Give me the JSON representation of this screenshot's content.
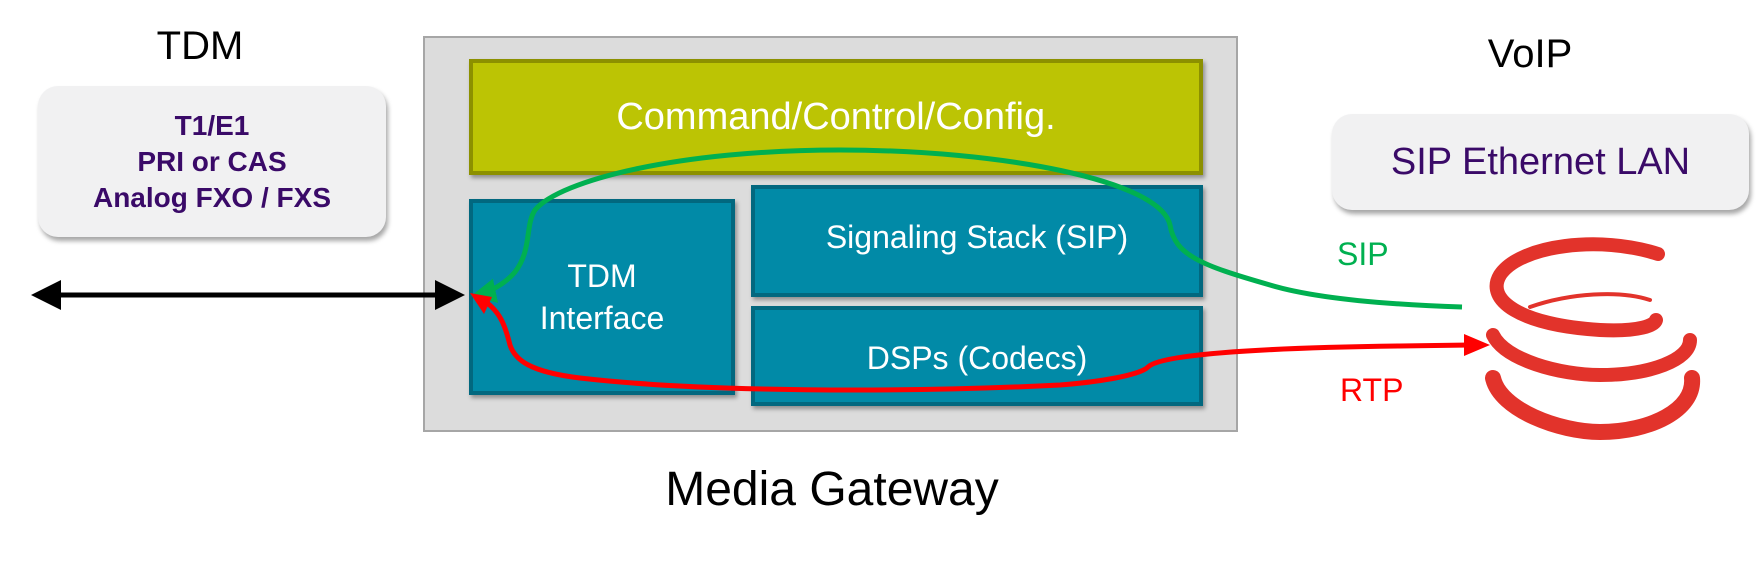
{
  "tdm_side": {
    "heading": "TDM",
    "box_lines": [
      "T1/E1",
      "PRI or CAS",
      "Analog FXO / FXS"
    ]
  },
  "voip_side": {
    "heading": "VoIP",
    "box_label": "SIP Ethernet LAN",
    "network_icon": "red-spiral-logo-icon"
  },
  "gateway": {
    "caption": "Media Gateway",
    "blocks": {
      "command": "Command/Control/Config.",
      "tdm_interface_lines": [
        "TDM",
        "Interface"
      ],
      "signaling": "Signaling Stack (SIP)",
      "dsp": "DSPs (Codecs)"
    }
  },
  "flows": {
    "sip": {
      "label": "SIP",
      "color": "#00b050"
    },
    "rtp": {
      "label": "RTP",
      "color": "#ff0000"
    },
    "tdm_link": {
      "color": "#000000"
    }
  },
  "colors": {
    "box_text": "#3a0a68",
    "command_fill": "#bcc404",
    "teal_fill": "#018aa7",
    "logo": "#e2332b"
  }
}
